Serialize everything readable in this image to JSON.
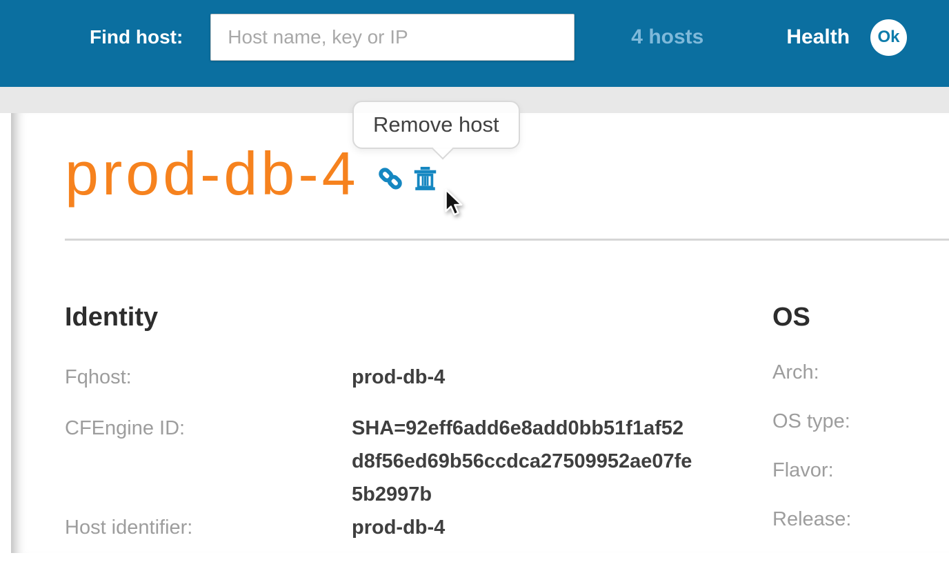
{
  "colors": {
    "topbar_bg": "#0b6fa0",
    "accent_orange": "#f6821e",
    "icon_blue": "#1587c1",
    "hosts_link_blue": "#7fb9da",
    "label_gray": "#9d9d9d",
    "value_dark": "#3f3f3f",
    "strip_gray": "#e8e8e8",
    "health_ok_bg": "#ffffff",
    "health_ok_text": "#0e7cab"
  },
  "topbar": {
    "find_host_label": "Find host:",
    "search_placeholder": "Host name, key or IP",
    "search_value": "",
    "hosts_link": "4 hosts",
    "health_label": "Health",
    "health_status": "Ok"
  },
  "tooltip": {
    "text": "Remove host"
  },
  "host": {
    "title": "prod-db-4",
    "actions": [
      "link-icon",
      "trash-icon"
    ]
  },
  "identity": {
    "heading": "Identity",
    "rows": [
      {
        "label": "Fqhost:",
        "value": "prod-db-4"
      },
      {
        "label": "CFEngine ID:",
        "value": "SHA=92eff6add6e8add0bb51f1af52d8f56ed69b56ccdca27509952ae07fe5b2997b"
      },
      {
        "label": "Host identifier:",
        "value": "prod-db-4"
      }
    ]
  },
  "os": {
    "heading": "OS",
    "rows": [
      {
        "label": "Arch:",
        "value": ""
      },
      {
        "label": "OS type:",
        "value": ""
      },
      {
        "label": "Flavor:",
        "value": ""
      },
      {
        "label": "Release:",
        "value": ""
      }
    ]
  }
}
